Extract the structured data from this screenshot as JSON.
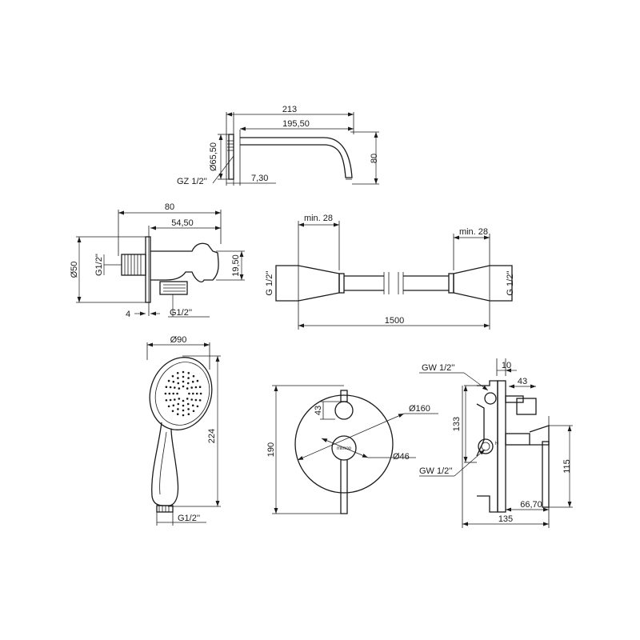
{
  "spout": {
    "dim_length_total": "213",
    "dim_length_spout": "195,50",
    "dim_height": "80",
    "dim_flange_diameter": "Ø65,50",
    "dim_flange_depth": "7,30",
    "thread": "GZ 1/2''"
  },
  "wall_elbow": {
    "dim_width": "80",
    "dim_depth": "54,50",
    "dim_diameter": "Ø50",
    "dim_holder": "19,50",
    "dim_flange": "4",
    "thread_inlet": "G1/2''",
    "thread_outlet": "G1/2''"
  },
  "hose": {
    "dim_left_nut": "min. 28",
    "dim_right_nut": "min. 28",
    "dim_length": "1500",
    "thread_left": "G 1/2''",
    "thread_right": "G 1/2''"
  },
  "hand_shower": {
    "dim_diameter": "Ø90",
    "dim_length": "224",
    "thread": "G1/2''"
  },
  "mixer_plate": {
    "dim_height": "190",
    "dim_diverter": "43",
    "dim_plate_diameter": "Ø160",
    "dim_lever_base": "Ø46",
    "logo_text": "mimoo"
  },
  "mixer_body": {
    "thread_top": "GW 1/2''",
    "thread_bottom": "GW 1/2''",
    "dim_plate": "10",
    "dim_diverter": "43",
    "dim_height": "133",
    "dim_lever": "115",
    "dim_body": "66,70",
    "dim_total": "135",
    "marker_hot": "H"
  }
}
